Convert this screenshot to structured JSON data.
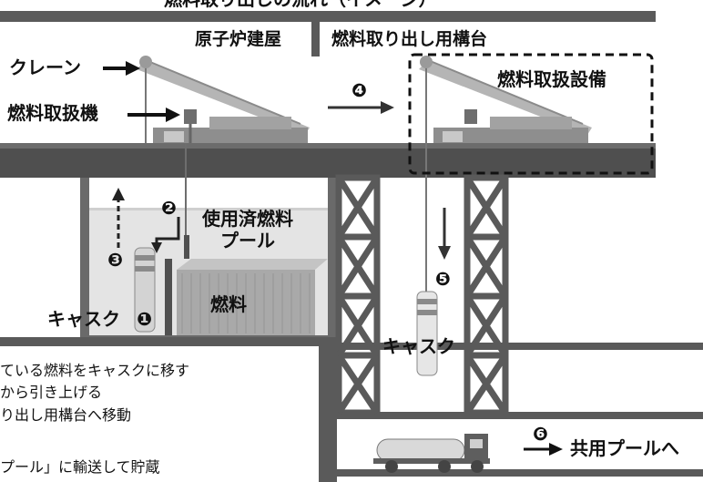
{
  "title": "燃料取り出しの流れ（イメージ）",
  "buildings": {
    "reactor": "原子炉建屋",
    "platform": "燃料取り出し用構台"
  },
  "labels": {
    "crane": "クレーン",
    "fuel_handling_machine": "燃料取扱機",
    "fuel_handling_equipment": "燃料取扱設備",
    "spent_fuel_pool": "使用済燃料\nプール",
    "fuel": "燃料",
    "cask_left": "キャスク",
    "cask_right": "キャスク",
    "common_pool": "共用プールへ"
  },
  "steps": {
    "s1": "❶",
    "s2": "❷",
    "s3": "❸",
    "s4": "❹",
    "s5": "❺",
    "s6": "❻"
  },
  "legend": [
    "ている燃料をキャスクに移す",
    "から引き上げる",
    "り出し用構台へ移動",
    "",
    "プール」に輸送して貯蔵"
  ],
  "icons": {
    "crane": "crane-icon",
    "truck": "truck-icon",
    "cask": "cask-icon"
  },
  "colors": {
    "structure": "#5a5a5a",
    "floor": "#4a4a4a",
    "pool_water": "#d9d9d9",
    "fuel_rack": "#a7a7a7",
    "text": "#111111"
  }
}
